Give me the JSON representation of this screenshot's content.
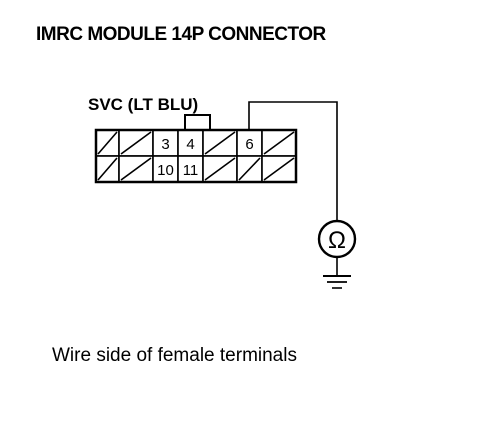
{
  "title": "IMRC MODULE 14P CONNECTOR",
  "wire_label": "SVC (LT BLU)",
  "footnote": "Wire side of female terminals",
  "meter_symbol": "Ω",
  "connector": {
    "rows": [
      [
        {
          "label": "",
          "filled": true
        },
        {
          "label": "",
          "filled": true
        },
        {
          "label": "3",
          "filled": false
        },
        {
          "label": "4",
          "filled": false
        },
        {
          "label": "",
          "filled": true
        },
        {
          "label": "6",
          "filled": false
        },
        {
          "label": "",
          "filled": true
        }
      ],
      [
        {
          "label": "",
          "filled": true
        },
        {
          "label": "",
          "filled": true
        },
        {
          "label": "10",
          "filled": false
        },
        {
          "label": "11",
          "filled": false
        },
        {
          "label": "",
          "filled": true
        },
        {
          "label": "",
          "filled": true
        },
        {
          "label": "",
          "filled": true
        }
      ]
    ]
  },
  "colors": {
    "ink": "#000000",
    "background": "#ffffff"
  }
}
